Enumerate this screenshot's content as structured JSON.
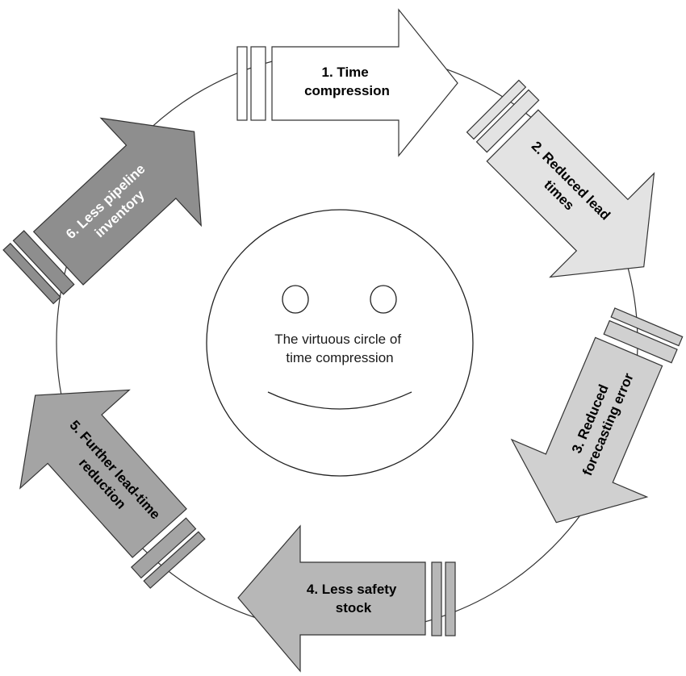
{
  "center": {
    "lines": [
      "The virtuous circle of",
      "time compression"
    ]
  },
  "steps": [
    {
      "lines": [
        "1. Time",
        "compression"
      ],
      "fill": "#ffffff",
      "text_color": "#000000"
    },
    {
      "lines": [
        "2. Reduced lead",
        "times"
      ],
      "fill": "#e3e3e3",
      "text_color": "#000000"
    },
    {
      "lines": [
        "3. Reduced",
        "forecasting error"
      ],
      "fill": "#d0d0d0",
      "text_color": "#000000"
    },
    {
      "lines": [
        "4. Less safety",
        "stock"
      ],
      "fill": "#b7b7b7",
      "text_color": "#000000"
    },
    {
      "lines": [
        "5. Further lead-time",
        "reduction"
      ],
      "fill": "#a4a4a4",
      "text_color": "#000000"
    },
    {
      "lines": [
        "6. Less pipeline",
        "inventory"
      ],
      "fill": "#8e8e8e",
      "text_color": "#ffffff"
    }
  ]
}
